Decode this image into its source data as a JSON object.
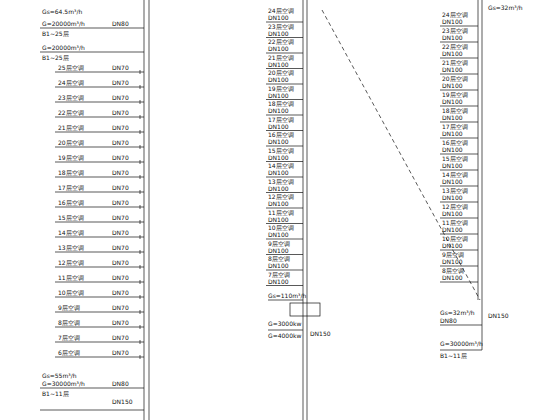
{
  "diagram": {
    "labels": [
      "Gs=64.5m³/h",
      "DN80",
      "G=20000m³/h",
      "B1~25层",
      "G=20000m³/h",
      "B1~25层",
      "25层空调",
      "DN70",
      "24层空调",
      "DN70",
      "23层空调",
      "DN70",
      "22层空调",
      "DN70",
      "21层空调",
      "DN70",
      "20层空调",
      "DN70",
      "19层空调",
      "DN70",
      "18层空调",
      "DN70",
      "17层空调",
      "DN70",
      "16层空调",
      "DN70",
      "15层空调",
      "DN70",
      "14层空调",
      "DN70",
      "13层空调",
      "DN70",
      "12层空调",
      "DN70",
      "11层空调",
      "DN70",
      "10层空调",
      "DN70",
      "9层空调",
      "DN70",
      "8层空调",
      "DN70",
      "7层空调",
      "DN70",
      "6层空调",
      "DN70",
      "Gs=55m³/h",
      "DN80",
      "G=30000m³/h",
      "B1~11层",
      "DN150",
      "24层空调",
      "DN100",
      "23层空调",
      "DN100",
      "22层空调",
      "DN100",
      "21层空调",
      "DN100",
      "20层空调",
      "DN100",
      "19层空调",
      "DN100",
      "18层空调",
      "DN100",
      "17层空调",
      "DN100",
      "16层空调",
      "DN100",
      "15层空调",
      "DN100",
      "14层空调",
      "DN100",
      "13层空调",
      "DN100",
      "12层空调",
      "DN100",
      "11层空调",
      "DN100",
      "10层空调",
      "DN100",
      "9层空调",
      "DN100",
      "8层空调",
      "DN100",
      "7层空调",
      "DN100",
      "Gs=110m³/h",
      "G=3000kw",
      "DN150",
      "G=4000kw",
      "Gs=32m³/h",
      "24层空调",
      "DN100",
      "23层空调",
      "DN100",
      "22层空调",
      "DN100",
      "21层空调",
      "DN100",
      "20层空调",
      "DN100",
      "19层空调",
      "DN100",
      "18层空调",
      "DN100",
      "17层空调",
      "DN100",
      "16层空调",
      "DN100",
      "15层空调",
      "DN100",
      "14层空调",
      "DN100",
      "13层空调",
      "DN100",
      "12层空调",
      "DN100",
      "11层空调",
      "DN100",
      "10层空调",
      "DN100",
      "9层空调",
      "DN100",
      "8层空调",
      "DN100",
      "Gs=32m³/h",
      "DN150",
      "DN80",
      "G=30000m³/h",
      "B1~11层"
    ]
  }
}
